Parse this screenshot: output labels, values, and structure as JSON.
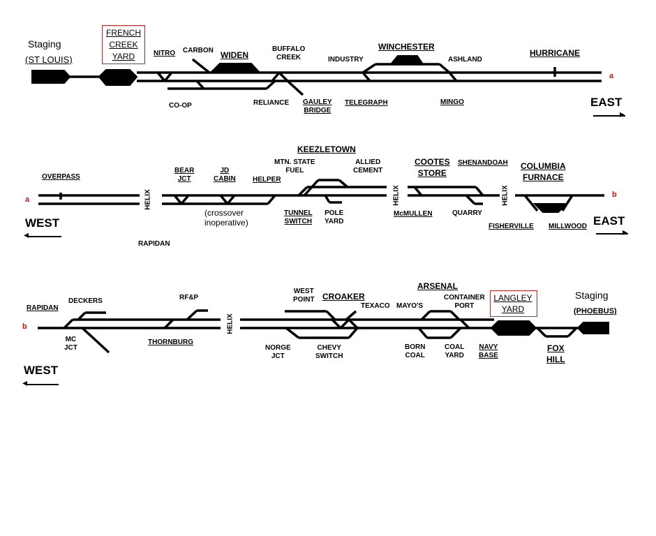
{
  "staging_west": {
    "label": "Staging",
    "name": "(ST LOUIS)"
  },
  "staging_east": {
    "label": "Staging",
    "name": "(PHOEBUS)"
  },
  "directions": {
    "east": "EAST",
    "west": "WEST"
  },
  "connectors": {
    "a": "a",
    "b": "b"
  },
  "helix": "HELIX",
  "note": "(crossover\ninoperative)",
  "row1": {
    "french_creek_yard": "FRENCH\nCREEK\nYARD",
    "nitro": "NITRO",
    "carbon": "CARBON",
    "widen": "WIDEN",
    "buffalo_creek": "BUFFALO\nCREEK",
    "industry": "INDUSTRY",
    "winchester": "WINCHESTER",
    "ashland": "ASHLAND",
    "hurricane": "HURRICANE",
    "co_op": "CO-OP",
    "reliance": "RELIANCE",
    "gauley_bridge": "GAULEY\nBRIDGE",
    "telegraph": "TELEGRAPH",
    "mingo": "MINGO"
  },
  "row2": {
    "overpass": "OVERPASS",
    "bear_jct": "BEAR\nJCT",
    "jd_cabin": "JD\nCABIN",
    "helper": "HELPER",
    "keezletown": "KEEZLETOWN",
    "mtn_state_fuel": "MTN. STATE\nFUEL",
    "allied_cement": "ALLIED\nCEMENT",
    "tunnel_switch": "TUNNEL\nSWITCH",
    "pole_yard": "POLE\nYARD",
    "cootes_store": "COOTES\nSTORE",
    "shenandoah": "SHENANDOAH",
    "mcmullen": "McMULLEN",
    "quarry": "QUARRY",
    "columbia_furnace": "COLUMBIA\nFURNACE",
    "fisherville": "FISHERVILLE",
    "millwood": "MILLWOOD",
    "rapidan": "RAPIDAN"
  },
  "row3": {
    "rapidan": "RAPIDAN",
    "deckers": "DECKERS",
    "mc_jct": "MC\nJCT",
    "rf_p": "RF&P",
    "thornburg": "THORNBURG",
    "west_point": "WEST\nPOINT",
    "croaker": "CROAKER",
    "texaco": "TEXACO",
    "norge_jct": "NORGE\nJCT",
    "chevy_switch": "CHEVY\nSWITCH",
    "arsenal": "ARSENAL",
    "mayos": "MAYO'S",
    "container_port": "CONTAINER\nPORT",
    "born_coal": "BORN\nCOAL",
    "coal_yard": "COAL\nYARD",
    "navy_base": "NAVY\nBASE",
    "langley_yard": "LANGLEY\nYARD",
    "fox_hill": "FOX\nHILL"
  },
  "colors": {
    "track": "#000000",
    "box_border": "#cc2222",
    "connector": "#cc1111"
  }
}
